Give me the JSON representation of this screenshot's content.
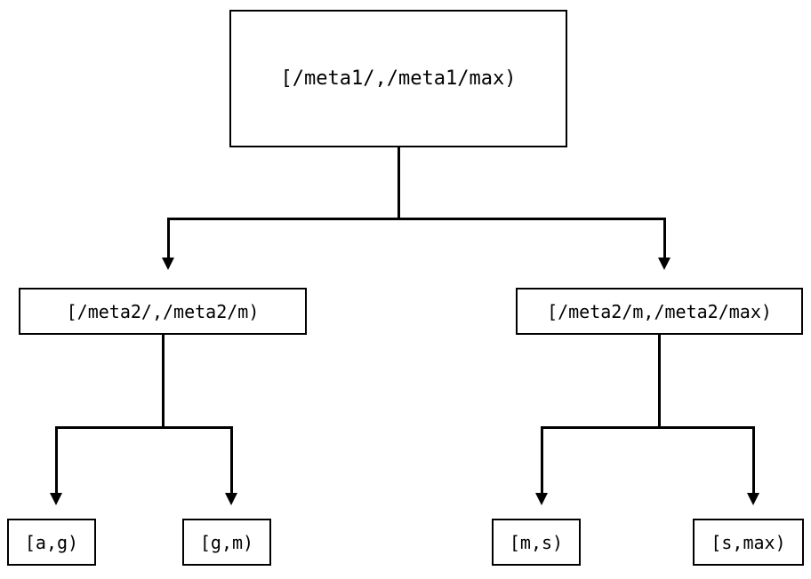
{
  "diagram": {
    "type": "tree",
    "background_color": "#ffffff",
    "line_color": "#000000",
    "text_color": "#000000",
    "levels": 3,
    "nodes": {
      "root": {
        "label": "[/meta1/,/meta1/max)"
      },
      "mid_left": {
        "label": "[/meta2/,/meta2/m)"
      },
      "mid_right": {
        "label": "[/meta2/m,/meta2/max)"
      },
      "leaves": [
        {
          "label": "[a,g)"
        },
        {
          "label": "[g,m)"
        },
        {
          "label": "[m,s)"
        },
        {
          "label": "[s,max)"
        }
      ]
    },
    "edges": [
      {
        "from": "root",
        "to": "mid_left",
        "arrow": "down"
      },
      {
        "from": "root",
        "to": "mid_right",
        "arrow": "down"
      },
      {
        "from": "mid_left",
        "to": "[a,g)",
        "arrow": "down"
      },
      {
        "from": "mid_left",
        "to": "[g,m)",
        "arrow": "down"
      },
      {
        "from": "mid_right",
        "to": "[m,s)",
        "arrow": "down"
      },
      {
        "from": "mid_right",
        "to": "[s,max)",
        "arrow": "down"
      }
    ]
  }
}
